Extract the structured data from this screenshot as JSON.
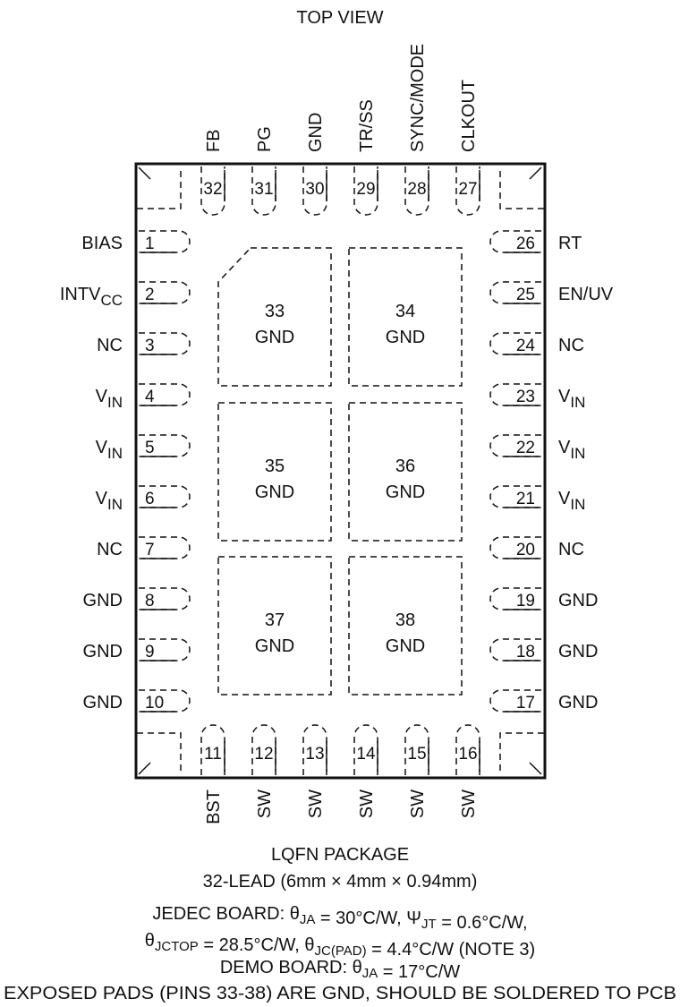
{
  "title": "TOP VIEW",
  "top_pins": [
    {
      "num": "32",
      "name": "FB"
    },
    {
      "num": "31",
      "name": "PG"
    },
    {
      "num": "30",
      "name": "GND"
    },
    {
      "num": "29",
      "name": "TR/SS"
    },
    {
      "num": "28",
      "name": "SYNC/MODE"
    },
    {
      "num": "27",
      "name": "CLKOUT"
    }
  ],
  "bottom_pins": [
    {
      "num": "11",
      "name": "BST"
    },
    {
      "num": "12",
      "name": "SW"
    },
    {
      "num": "13",
      "name": "SW"
    },
    {
      "num": "14",
      "name": "SW"
    },
    {
      "num": "15",
      "name": "SW"
    },
    {
      "num": "16",
      "name": "SW"
    }
  ],
  "left_pins": [
    {
      "num": "1",
      "name": "BIAS",
      "sub": ""
    },
    {
      "num": "2",
      "name": "INTV",
      "sub": "CC"
    },
    {
      "num": "3",
      "name": "NC",
      "sub": ""
    },
    {
      "num": "4",
      "name": "V",
      "sub": "IN"
    },
    {
      "num": "5",
      "name": "V",
      "sub": "IN"
    },
    {
      "num": "6",
      "name": "V",
      "sub": "IN"
    },
    {
      "num": "7",
      "name": "NC",
      "sub": ""
    },
    {
      "num": "8",
      "name": "GND",
      "sub": ""
    },
    {
      "num": "9",
      "name": "GND",
      "sub": ""
    },
    {
      "num": "10",
      "name": "GND",
      "sub": ""
    }
  ],
  "right_pins": [
    {
      "num": "26",
      "name": "RT",
      "sub": ""
    },
    {
      "num": "25",
      "name": "EN/UV",
      "sub": ""
    },
    {
      "num": "24",
      "name": "NC",
      "sub": ""
    },
    {
      "num": "23",
      "name": "V",
      "sub": "IN"
    },
    {
      "num": "22",
      "name": "V",
      "sub": "IN"
    },
    {
      "num": "21",
      "name": "V",
      "sub": "IN"
    },
    {
      "num": "20",
      "name": "NC",
      "sub": ""
    },
    {
      "num": "19",
      "name": "GND",
      "sub": ""
    },
    {
      "num": "18",
      "name": "GND",
      "sub": ""
    },
    {
      "num": "17",
      "name": "GND",
      "sub": ""
    }
  ],
  "pads": [
    {
      "num": "33",
      "name": "GND"
    },
    {
      "num": "34",
      "name": "GND"
    },
    {
      "num": "35",
      "name": "GND"
    },
    {
      "num": "36",
      "name": "GND"
    },
    {
      "num": "37",
      "name": "GND"
    },
    {
      "num": "38",
      "name": "GND"
    }
  ],
  "caption": {
    "line1": "LQFN PACKAGE",
    "line2": "32-LEAD (6mm × 4mm × 0.94mm)",
    "line3": [
      {
        "t": "JEDEC BOARD: θ",
        "sub": "JA"
      },
      {
        "t": " = 30°C/W, Ψ",
        "sub": "JT"
      },
      {
        "t": " = 0.6°C/W,",
        "sub": ""
      }
    ],
    "line4": [
      {
        "t": "θ",
        "sub": "JCTOP"
      },
      {
        "t": " = 28.5°C/W, θ",
        "sub": "JC(PAD)"
      },
      {
        "t": " = 4.4°C/W (NOTE 3)",
        "sub": ""
      }
    ],
    "line5": [
      {
        "t": "DEMO BOARD: θ",
        "sub": "JA"
      },
      {
        "t": " = 17°C/W",
        "sub": ""
      }
    ],
    "line6": "EXPOSED PADS (PINS 33-38) ARE GND, SHOULD BE SOLDERED TO PCB"
  }
}
